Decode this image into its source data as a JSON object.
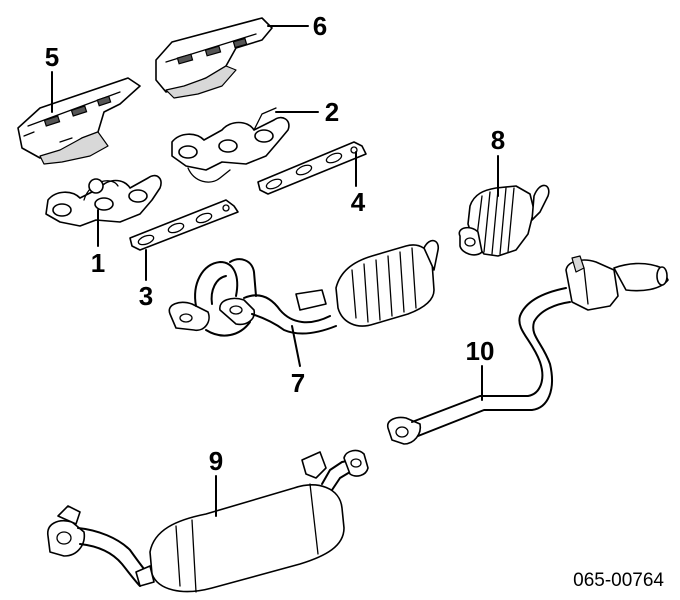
{
  "callouts": {
    "c1": "1",
    "c2": "2",
    "c3": "3",
    "c4": "4",
    "c5": "5",
    "c6": "6",
    "c7": "7",
    "c8": "8",
    "c9": "9",
    "c10": "10"
  },
  "diagram_code": "065-00764"
}
